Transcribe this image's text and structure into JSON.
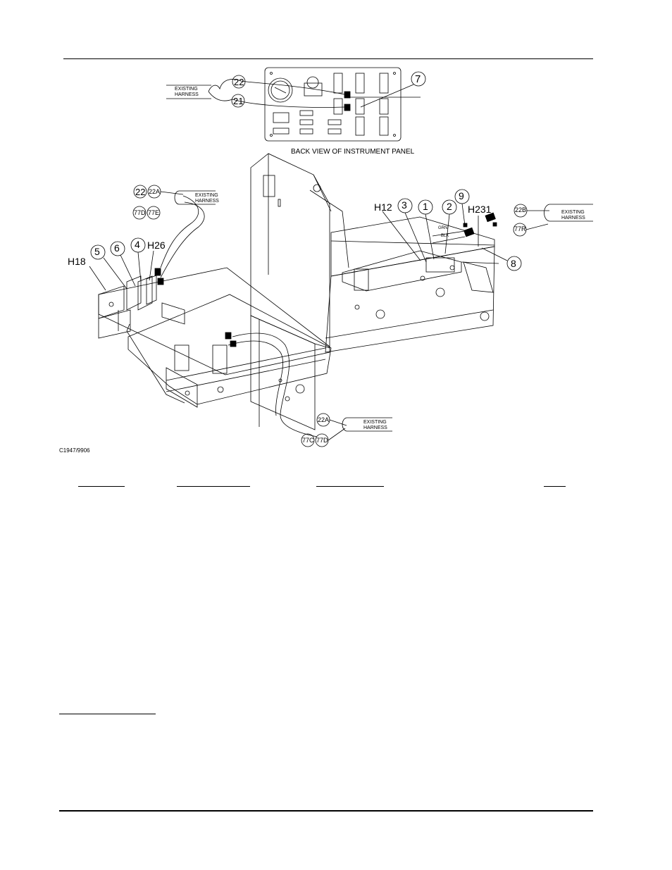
{
  "figure": {
    "panel_caption": "BACK VIEW OF INSTRUMENT PANEL",
    "figure_code": "C1947/9906",
    "harness_label_line1": "EXISTING",
    "harness_label_line2": "HARNESS",
    "wire_colors": [
      "GRN",
      "BLK"
    ],
    "callouts": {
      "c22_top": "22",
      "c21": "21",
      "c7": "7",
      "c22_left": "22",
      "c22a_left": "22A",
      "c77d_left": "77D",
      "c77e": "77E",
      "c5": "5",
      "c6": "6",
      "c4": "4",
      "c3": "3",
      "c1": "1",
      "c2": "2",
      "c9": "9",
      "c8": "8",
      "c22b": "22B",
      "c77r": "77R",
      "c22a_bottom": "22A",
      "c77c": "77C",
      "c77d_bottom": "77D"
    },
    "hardware": {
      "h26": "H26",
      "h18": "H18",
      "h12": "H12",
      "h231": "H231"
    }
  }
}
